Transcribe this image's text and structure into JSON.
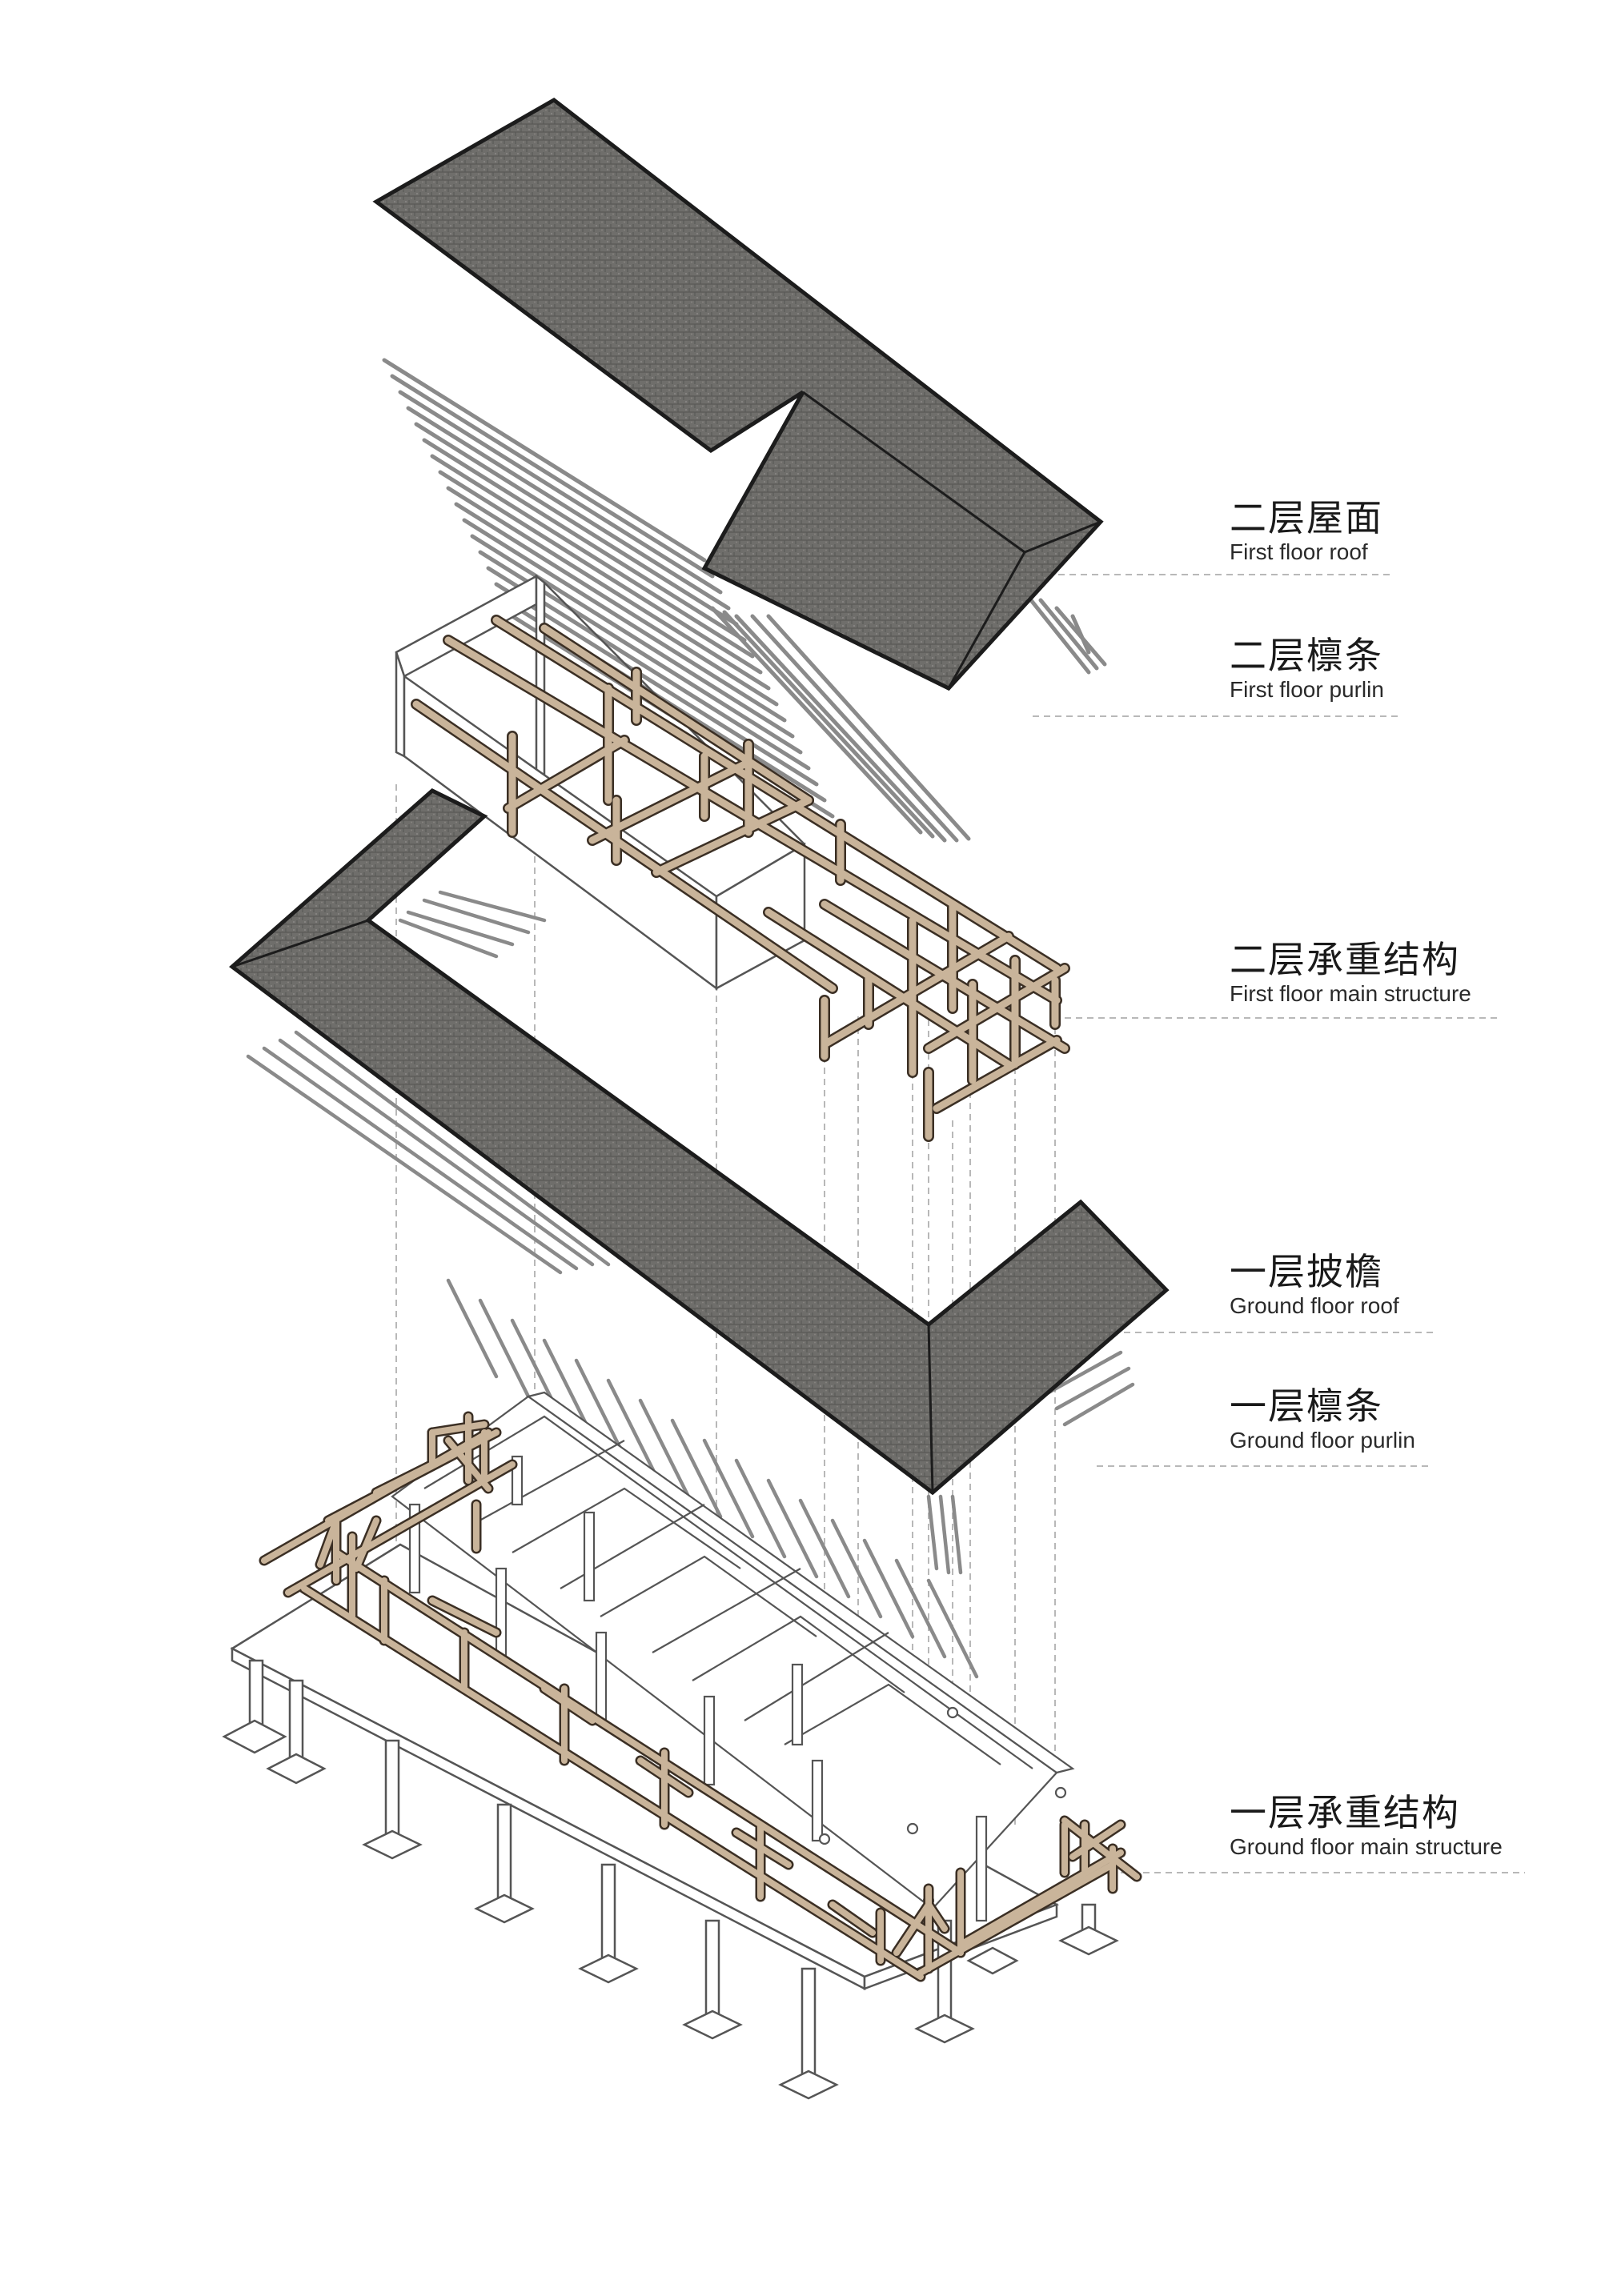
{
  "colors": {
    "roof_tile": "#6f6e6b",
    "roof_edge": "#1c1c1c",
    "timber": "#c9b49a",
    "timber_edge": "#3b2f24",
    "rafter": "#8a8a8a",
    "wall_line": "#555555",
    "leader": "#b8b8b8"
  },
  "layers": [
    {
      "zh": "二层屋面",
      "en": "First floor roof"
    },
    {
      "zh": "二层檩条",
      "en": "First floor purlin"
    },
    {
      "zh": "二层承重结构",
      "en": "First floor main structure"
    },
    {
      "zh": "一层披檐",
      "en": "Ground floor roof"
    },
    {
      "zh": "一层檩条",
      "en": "Ground floor purlin"
    },
    {
      "zh": "一层承重结构",
      "en": "Ground floor main structure"
    }
  ]
}
